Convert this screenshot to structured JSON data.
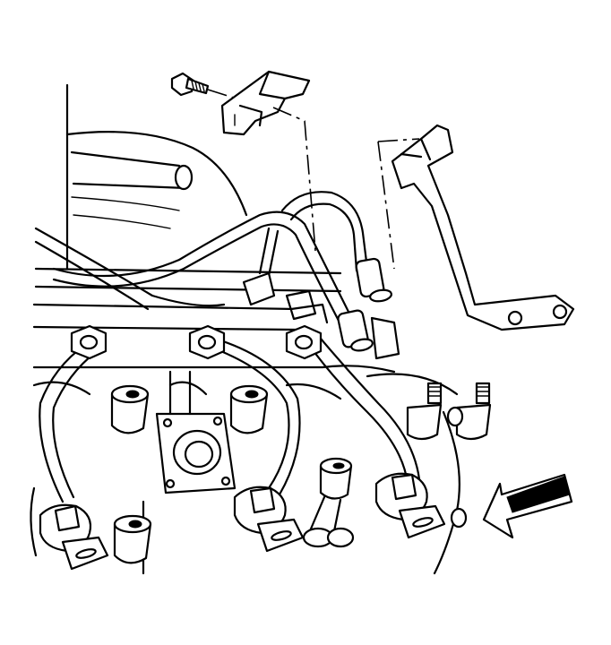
{
  "diagram": {
    "kind": "exploded-view line drawing",
    "colors": {
      "ink": "#000000",
      "paper": "#ffffff",
      "shade": "#d8d8d8"
    },
    "parts": [
      "bolt",
      "upper-clip",
      "bracket",
      "engine-block",
      "fuel-lines",
      "injector-nozzles",
      "direction-arrow"
    ]
  }
}
